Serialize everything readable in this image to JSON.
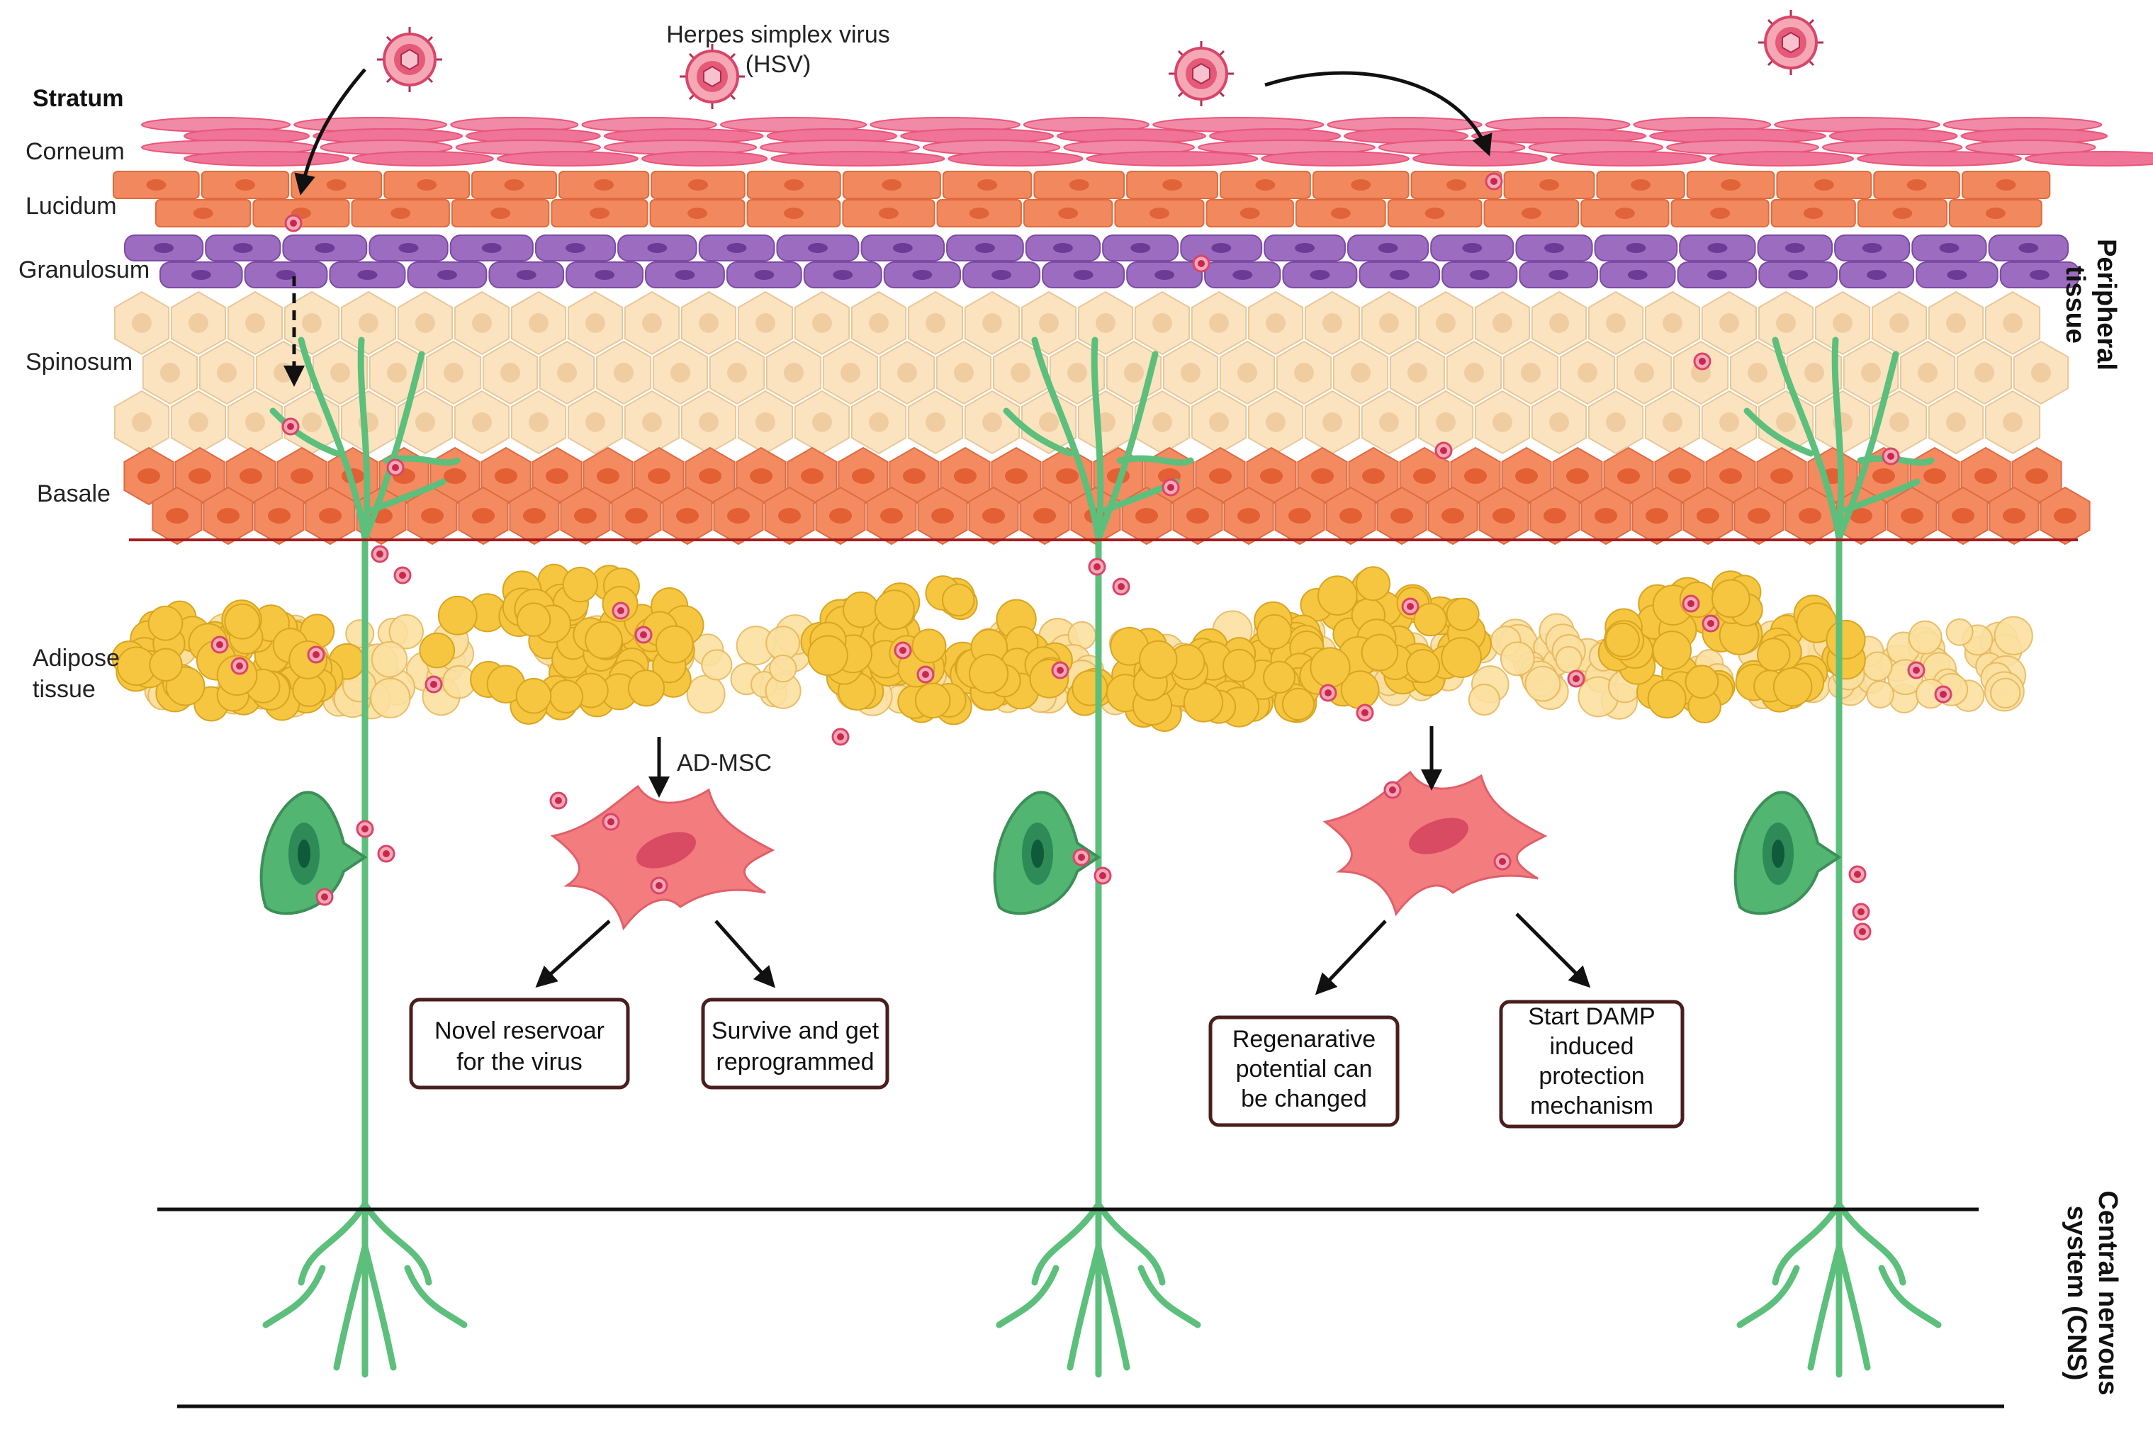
{
  "virus": {
    "name": "Herpes simplex virus",
    "abbr": "(HSV)"
  },
  "layers": {
    "heading": "Stratum",
    "corneum": "Corneum",
    "lucidum": "Lucidum",
    "granulosum": "Granulosum",
    "spinosum": "Spinosum",
    "basale": "Basale",
    "adipose_line1": "Adipose",
    "adipose_line2": "tissue"
  },
  "regions": {
    "peripheral_line1": "Peripheral",
    "peripheral_line2": "tissue",
    "cns_line1": "Central nervous",
    "cns_line2": "system (CNS)"
  },
  "cell_label": "AD-MSC",
  "outcomes": [
    {
      "lines": [
        "Novel reservoar",
        "for the virus"
      ]
    },
    {
      "lines": [
        "Survive and get",
        "reprogrammed"
      ]
    },
    {
      "lines": [
        "Regenarative",
        "potential can",
        "be changed"
      ]
    },
    {
      "lines": [
        "Start DAMP",
        "induced",
        "protection",
        "mechanism"
      ]
    }
  ],
  "colors": {
    "corneum": "#e9557a",
    "lucidum": "#f2895e",
    "granulosum": "#9b6cc0",
    "spinosum": "#fbe3c0",
    "basale": "#f48a60",
    "adipose": "#f6c640",
    "neuron": "#5cbf7c",
    "msc": "#f37c7e",
    "virus": "#e35d7a"
  }
}
